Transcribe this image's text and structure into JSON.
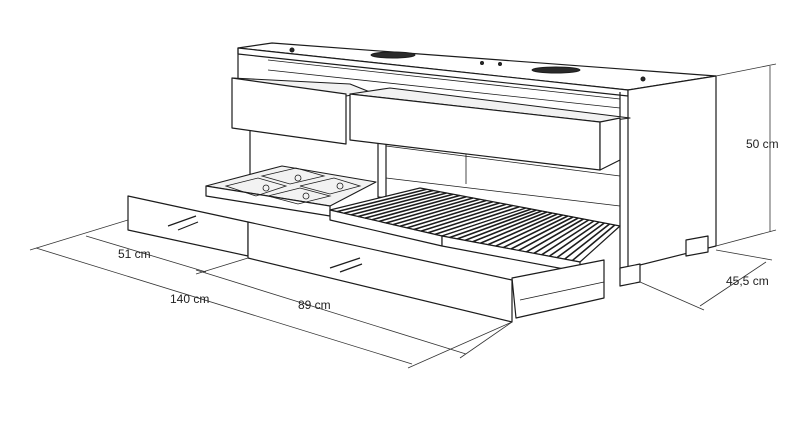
{
  "dimensions": {
    "height": "50 cm",
    "depth": "45,5 cm",
    "width_total": "140 cm",
    "width_drawer_small": "51 cm",
    "width_drawer_large": "89 cm"
  },
  "colors": {
    "line": "#1c1c1c",
    "background": "#ffffff"
  }
}
